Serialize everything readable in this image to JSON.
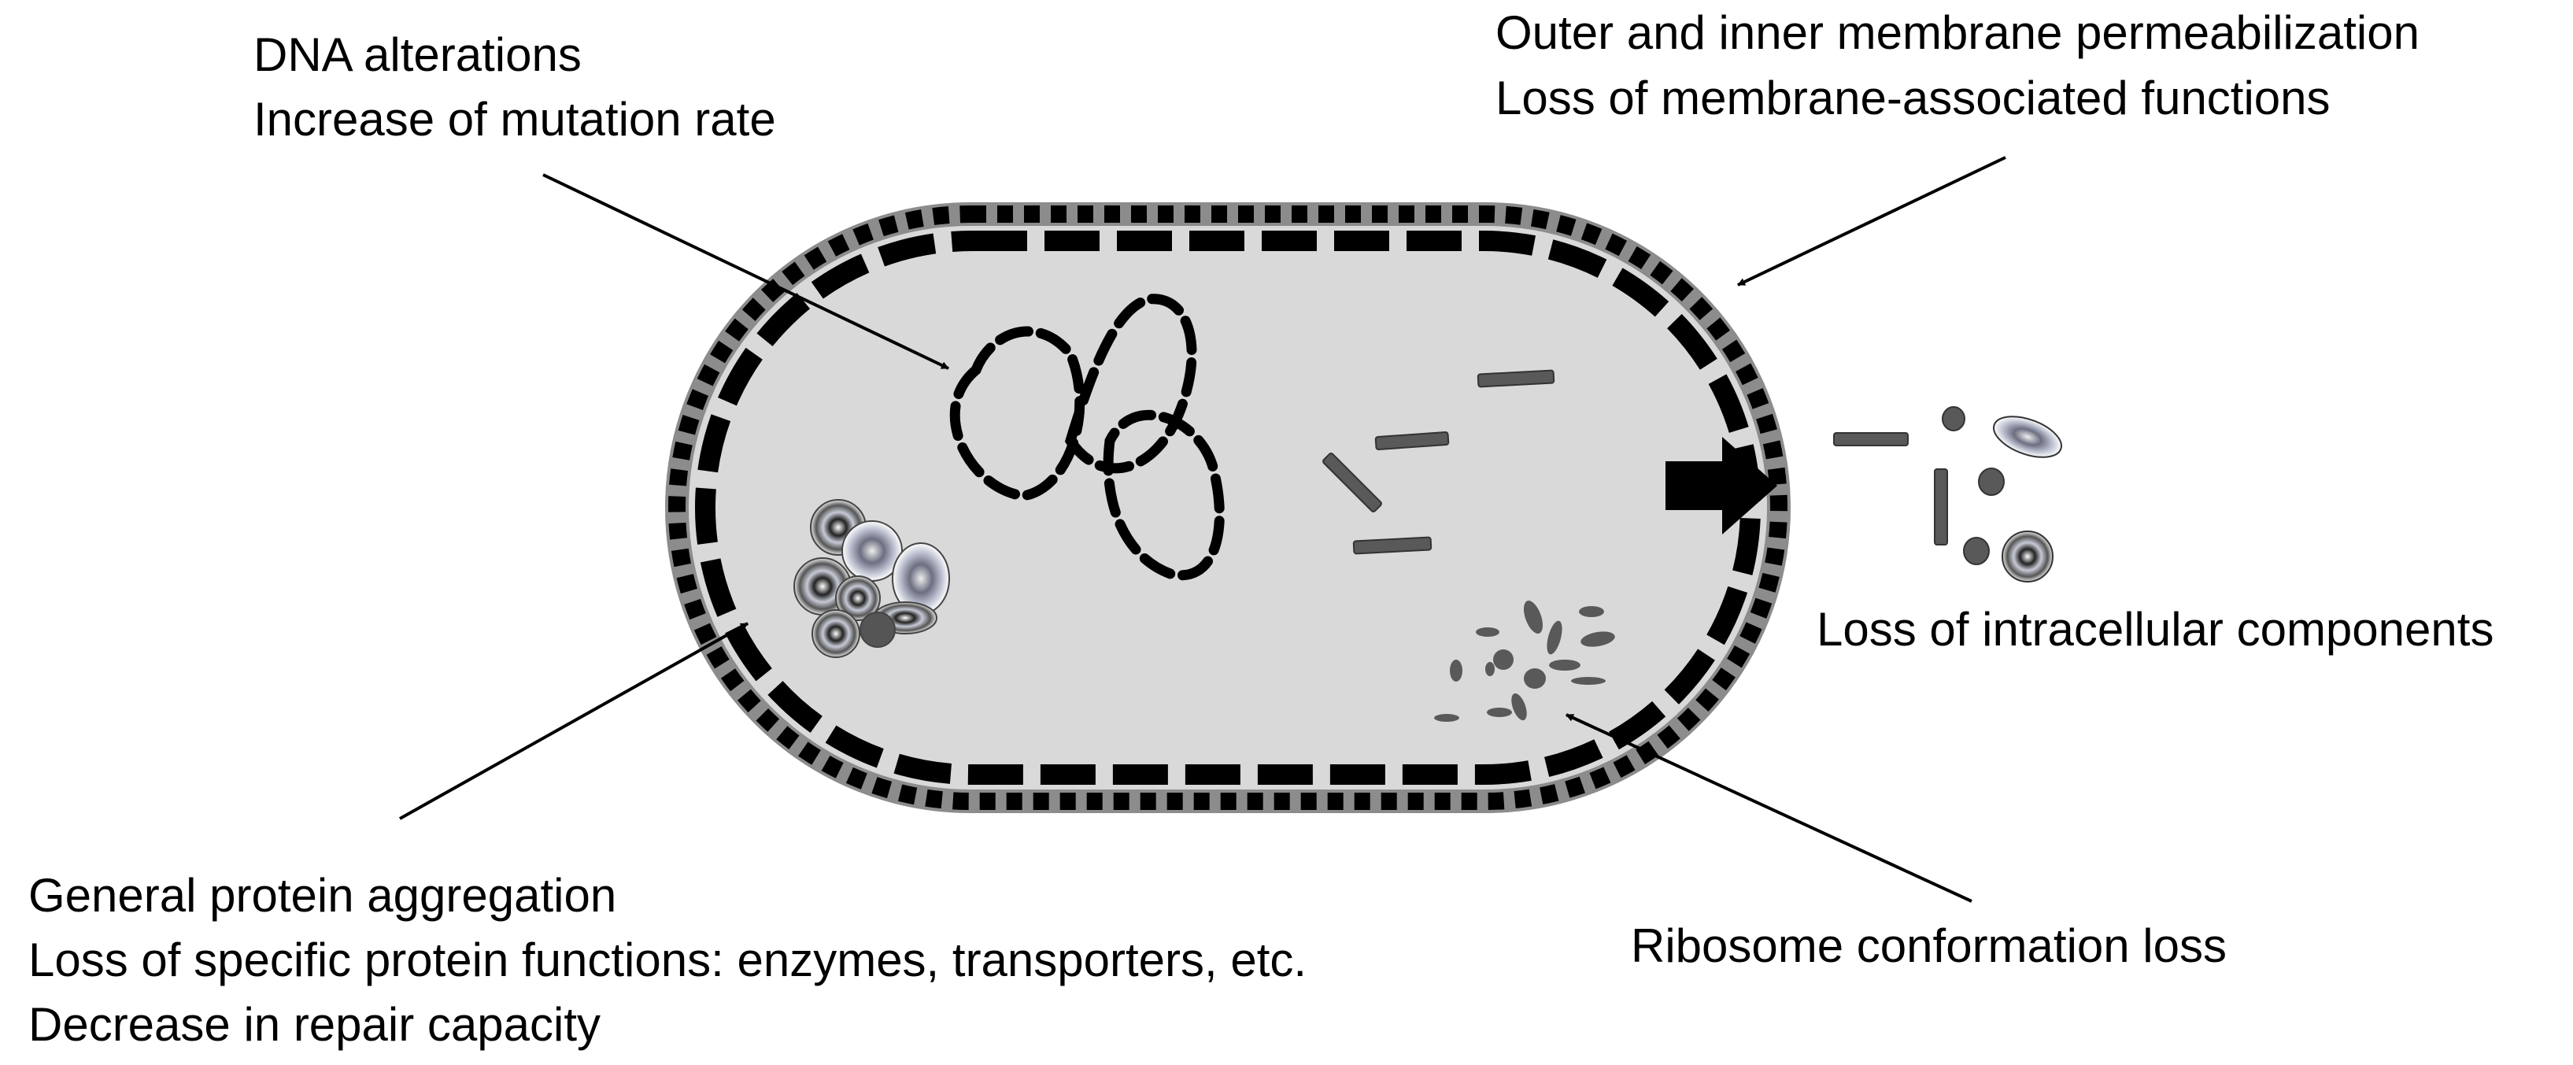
{
  "labels": {
    "dna": {
      "line1": "DNA alterations",
      "line2": "Increase of mutation rate"
    },
    "membrane": {
      "line1": "Outer and inner membrane permeabilization",
      "line2": "Loss of membrane-associated functions"
    },
    "intracellular": {
      "line1": "Loss of intracellular components"
    },
    "protein": {
      "line1": "General protein aggregation",
      "line2": "Loss of specific protein functions: enzymes, transporters, etc.",
      "line3": "Decrease in repair capacity"
    },
    "ribosome": {
      "line1": "Ribosome conformation loss"
    }
  },
  "colors": {
    "cytoplasm": "#d9d9d9",
    "outer_membrane": "#000000",
    "membrane_gap": "#8c8c8c",
    "component": "#595959",
    "aggregate_light": "#b8bcc8",
    "text": "#000000"
  },
  "icons": {
    "efflux_arrow": "right-arrow-icon",
    "aggregate": "protein-aggregate-icon",
    "ribosome": "ribosome-fragment-icon"
  }
}
